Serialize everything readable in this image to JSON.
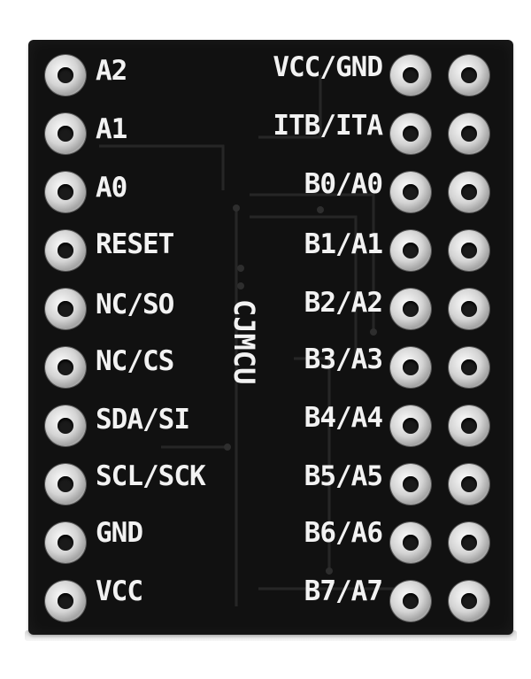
{
  "board": {
    "brand": "CJMCU",
    "left_pins": [
      "A2",
      "A1",
      "A0",
      "RESET",
      "NC/SO",
      "NC/CS",
      "SDA/SI",
      "SCL/SCK",
      "GND",
      "VCC"
    ],
    "right_pins": [
      "VCC/GND",
      "ITB/ITA",
      "B0/A0",
      "B1/A1",
      "B2/A2",
      "B3/A3",
      "B4/A4",
      "B5/A5",
      "B6/A6",
      "B7/A7"
    ]
  },
  "colors": {
    "board": "#111111",
    "silkscreen": "#f2f2f2",
    "pad": "#d4d4d4"
  }
}
